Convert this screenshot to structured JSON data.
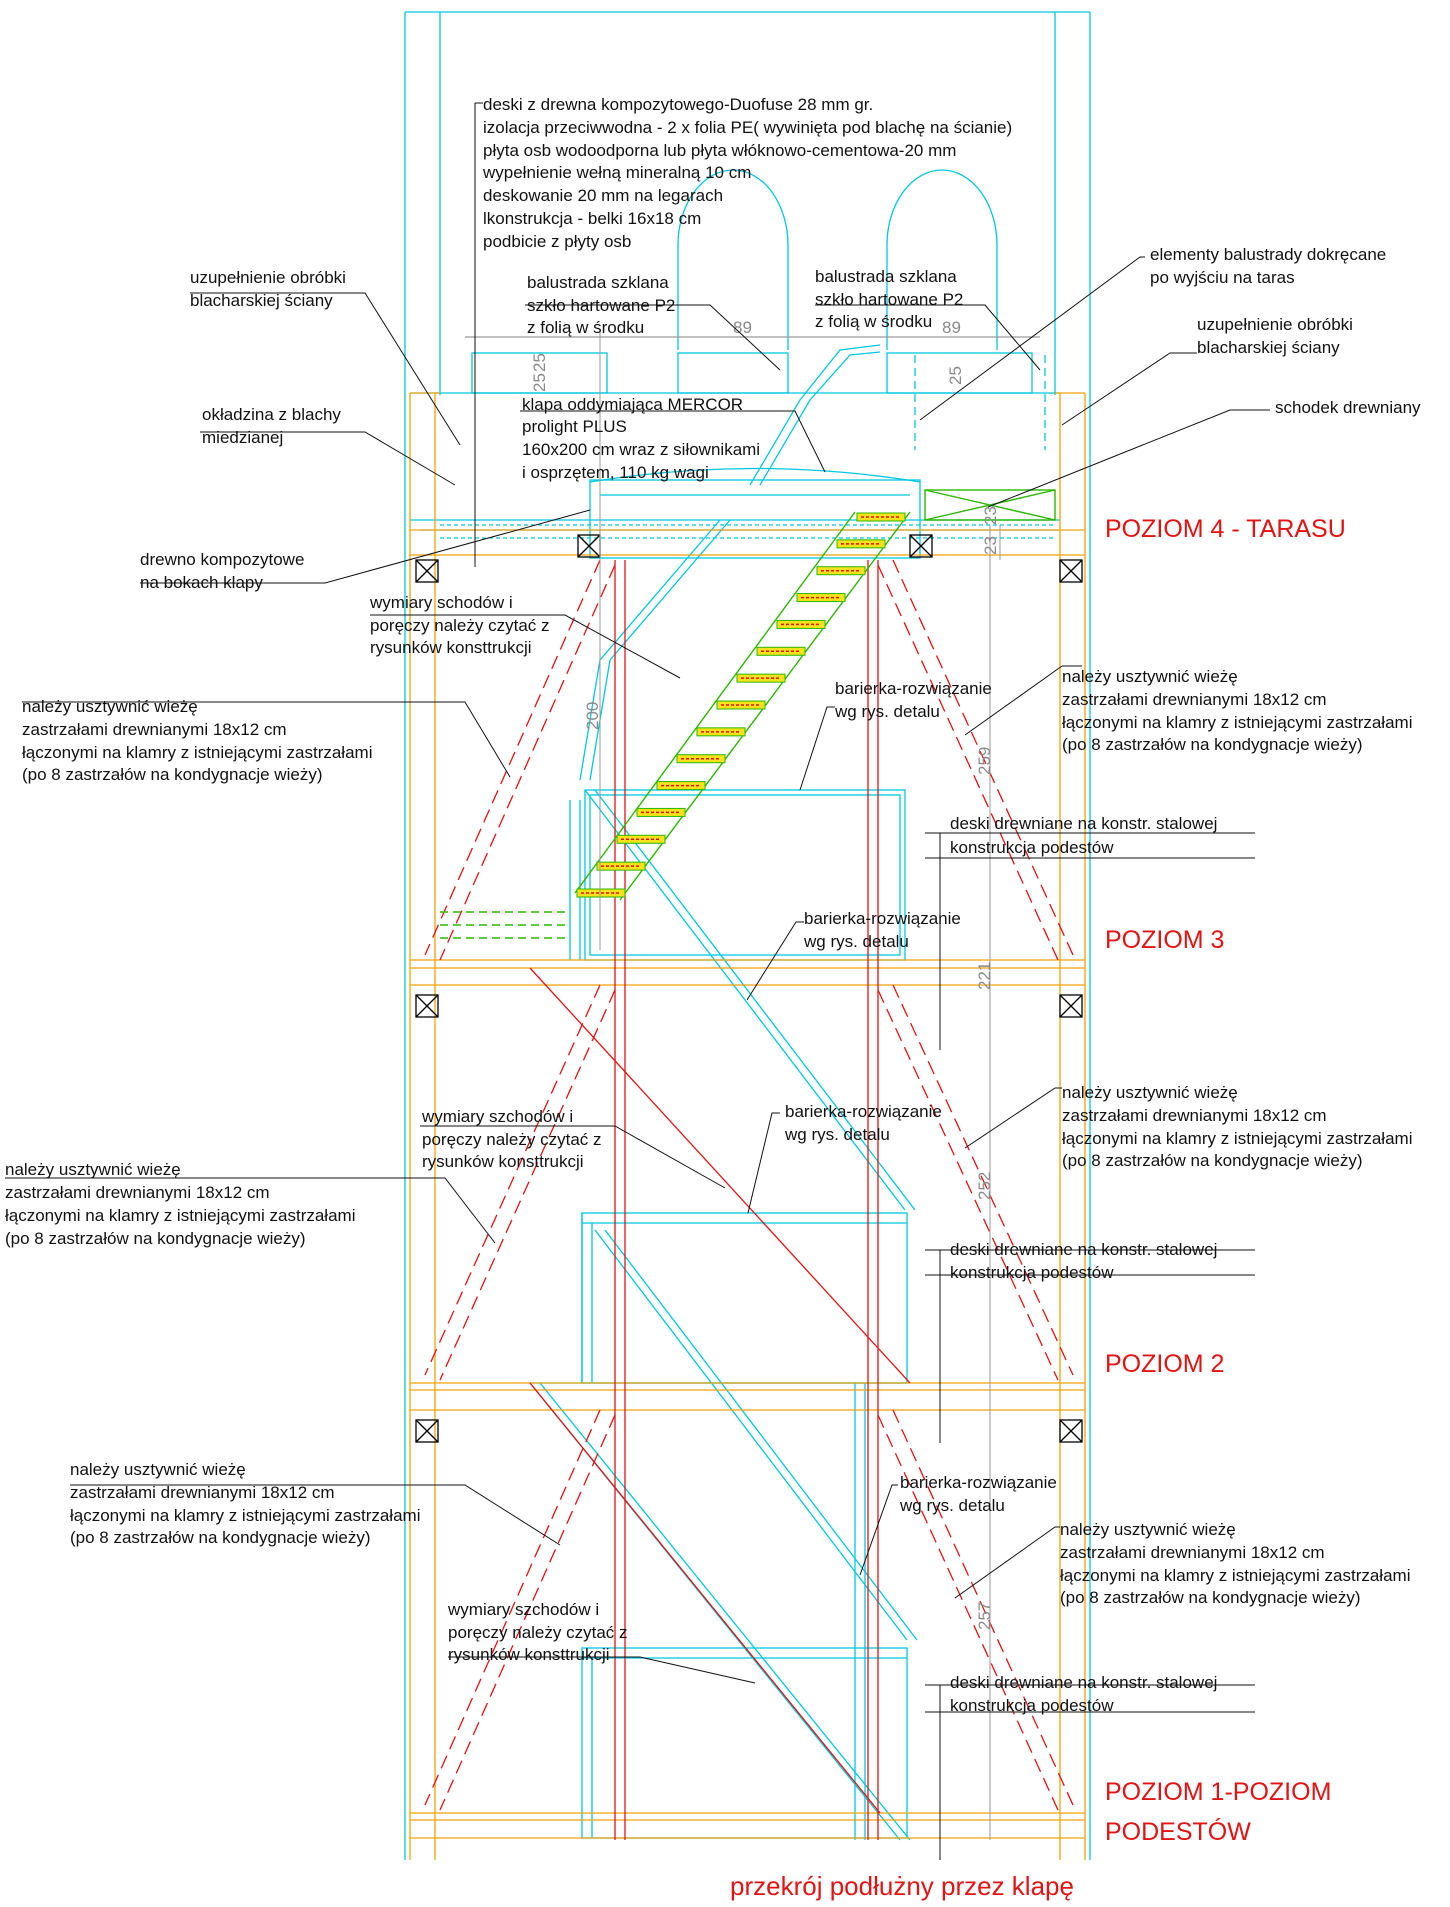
{
  "title": "przekrój podłużny przez klapę",
  "levels": {
    "l4": "POZIOM 4 - TARASU",
    "l3": "POZIOM 3",
    "l2": "POZIOM 2",
    "l1a": "POZIOM 1-POZIOM",
    "l1b": "PODESTÓW"
  },
  "dimensions": [
    "25",
    "25",
    "25",
    "89",
    "89",
    "23",
    "23",
    "200",
    "259",
    "221",
    "252",
    "257"
  ],
  "notes": {
    "layers": [
      "deski z drewna kompozytowego-Duofuse 28 mm gr.",
      "izolacja przeciwwodna - 2 x folia PE( wywinięta pod blachę na ścianie)",
      "płyta osb wodoodporna lub płyta włóknowo-cementowa-20 mm",
      "wypełnienie wełną mineralną 10 cm",
      "deskowanie 20 mm na legarach",
      "lkonstrukcja - belki 16x18 cm",
      "podbicie z płyty osb"
    ],
    "obrobka_left": [
      "uzupełnienie obróbki",
      "blacharskiej ściany"
    ],
    "obrobka_right": [
      "uzupełnienie obróbki",
      "blacharskiej ściany"
    ],
    "okladzina": [
      "okładzina z blachy",
      "miedzianej"
    ],
    "balustrada1": [
      "balustrada szklana",
      "szkło hartowane P2",
      "z folią w środku"
    ],
    "balustrada2": [
      "balustrada szklana",
      "szkło hartowane P2",
      "z folią w środku"
    ],
    "elementy": [
      "elementy balustrady dokręcane",
      "po wyjściu na taras"
    ],
    "schodek": [
      "schodek drewniany"
    ],
    "klapa": [
      "klapa oddymiająca MERCOR",
      "prolight PLUS",
      "160x200 cm wraz z siłownikami",
      "i osprzętem, 110 kg wagi"
    ],
    "drewno": [
      "drewno kompozytowe",
      "na bokach klapy"
    ],
    "wymiary1": [
      "wymiary schodów i",
      "poręczy należy czytać z",
      "rysunków konsttrukcji"
    ],
    "wymiary2": [
      "wymiary szchodów i",
      "poręczy należy czytać z",
      "rysunków konsttrukcji"
    ],
    "wymiary3": [
      "wymiary szchodów i",
      "poręczy należy czytać z",
      "rysunków konsttrukcji"
    ],
    "usztywnic_l1": [
      "należy usztywnić wieżę",
      "zastrzałami drewnianymi 18x12 cm",
      "łączonymi na klamry z istniejącymi zastrzałami",
      "(po 8 zastrzałów na kondygnacje wieży)"
    ],
    "usztywnic_r1": [
      "należy usztywnić wieżę",
      "zastrzałami drewnianymi 18x12 cm",
      "łączonymi na klamry z istniejącymi zastrzałami",
      "(po 8 zastrzałów na kondygnacje wieży)"
    ],
    "usztywnic_l2": [
      "należy usztywnić wieżę",
      "zastrzałami drewnianymi 18x12 cm",
      "łączonymi na klamry z istniejącymi zastrzałami",
      "(po 8 zastrzałów na kondygnacje wieży)"
    ],
    "usztywnic_r2": [
      "należy usztywnić wieżę",
      "zastrzałami drewnianymi 18x12 cm",
      "łączonymi na klamry z istniejącymi zastrzałami",
      "(po 8 zastrzałów na kondygnacje wieży)"
    ],
    "usztywnic_l3": [
      "należy usztywnić wieżę",
      "zastrzałami drewnianymi 18x12 cm",
      "łączonymi na klamry z istniejącymi zastrzałami",
      "(po 8 zastrzałów na kondygnacje wieży)"
    ],
    "usztywnic_r3": [
      "należy usztywnić wieżę",
      "zastrzałami drewnianymi 18x12 cm",
      "łączonymi na klamry z istniejącymi zastrzałami",
      "(po 8 zastrzałów na kondygnacje wieży)"
    ],
    "barierka1": [
      "barierka-rozwiązanie",
      "wg rys. detalu"
    ],
    "barierka2": [
      "barierka-rozwiązanie",
      "wg rys. detalu"
    ],
    "barierka3": [
      "barierka-rozwiązanie",
      "wg rys. detalu"
    ],
    "barierka4": [
      "barierka-rozwiązanie",
      "wg rys. detalu"
    ],
    "deski1": [
      "deski drewniane na konstr. stalowej",
      "konstrukcja podestów"
    ],
    "deski2": [
      "deski drewniane na konstr. stalowej",
      "konstrukcja podestów"
    ],
    "deski3": [
      "deski drewniane na konstr. stalowej",
      "konstrukcja podestów"
    ]
  }
}
